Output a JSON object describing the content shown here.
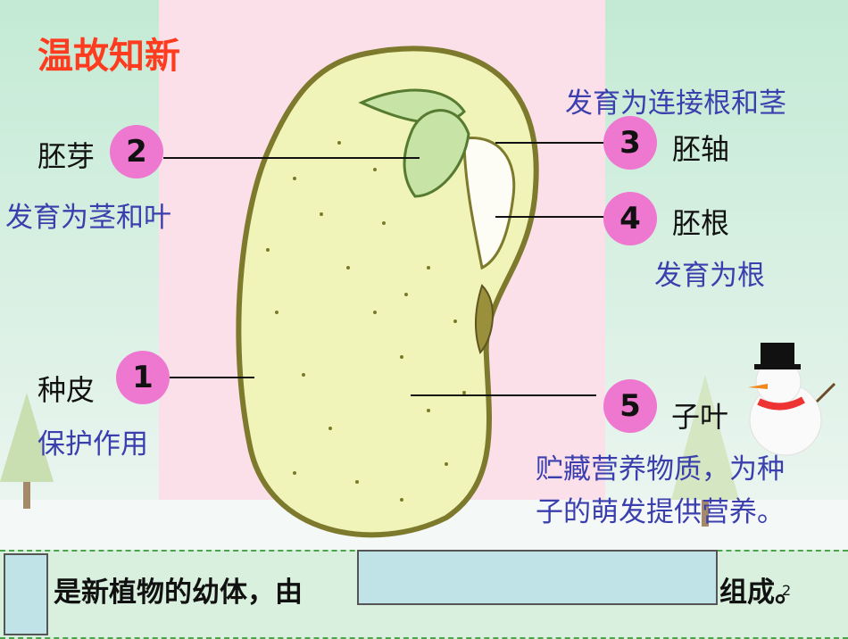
{
  "title": "温故知新",
  "parts": {
    "p1": {
      "number": "1",
      "name": "种皮",
      "function": "保护作用"
    },
    "p2": {
      "number": "2",
      "name": "胚芽",
      "function": "发育为茎和叶"
    },
    "p3": {
      "number": "3",
      "name": "胚轴",
      "function": "发育为连接根和茎"
    },
    "p4": {
      "number": "4",
      "name": "胚根",
      "function": "发育为根"
    },
    "p5": {
      "number": "5",
      "name": "子叶",
      "function_line1": "贮藏营养物质，为种",
      "function_line2": "子的萌发提供营养。"
    }
  },
  "sentence": {
    "part1": "是新植物的幼体，由",
    "part2": "组成。"
  },
  "page_number": "2",
  "colors": {
    "title": "#ff3b1f",
    "function": "#3b3fae",
    "circle": "#ee77cf",
    "seed": "#f1f4b8"
  }
}
